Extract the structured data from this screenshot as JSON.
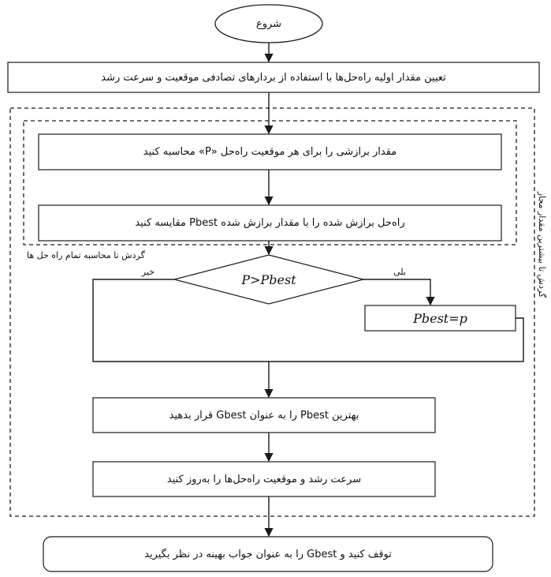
{
  "diagram": {
    "start": "شروع",
    "init": "تعیین مقدار اولیه راه‌حل‌ها با استفاده از بردارهای تصادفی موقعیت و سرعت رشد",
    "fitness": "مقدار برازشی را برای هر موقعیت راه‌حل «P» محاسبه کنید",
    "compare": "راه‌حل برازش شده را با مقدار برازش شده Pbest مقایسه کنید",
    "inner_loop_label": "گردش تا محاسبه تمام راه حل ها",
    "decision": "P>Pbest",
    "yes_label": "بلی",
    "no_label": "خیر",
    "assign_pbest": "Pbest=p",
    "set_gbest": "بهترین Pbest را به عنوان Gbest قرار بدهید",
    "update": "سرعت رشد و موقعیت راه‌حل‌ها را به‌روز کنید",
    "outer_loop_label": "گردش تا بیشترین مقدار مجاز",
    "stop": "توقف کنید و Gbest را به عنوان جواب بهینه در نظر بگیرید"
  },
  "colors": {
    "stroke": "#1a1a1a",
    "text": "#111111",
    "background": "#ffffff"
  }
}
